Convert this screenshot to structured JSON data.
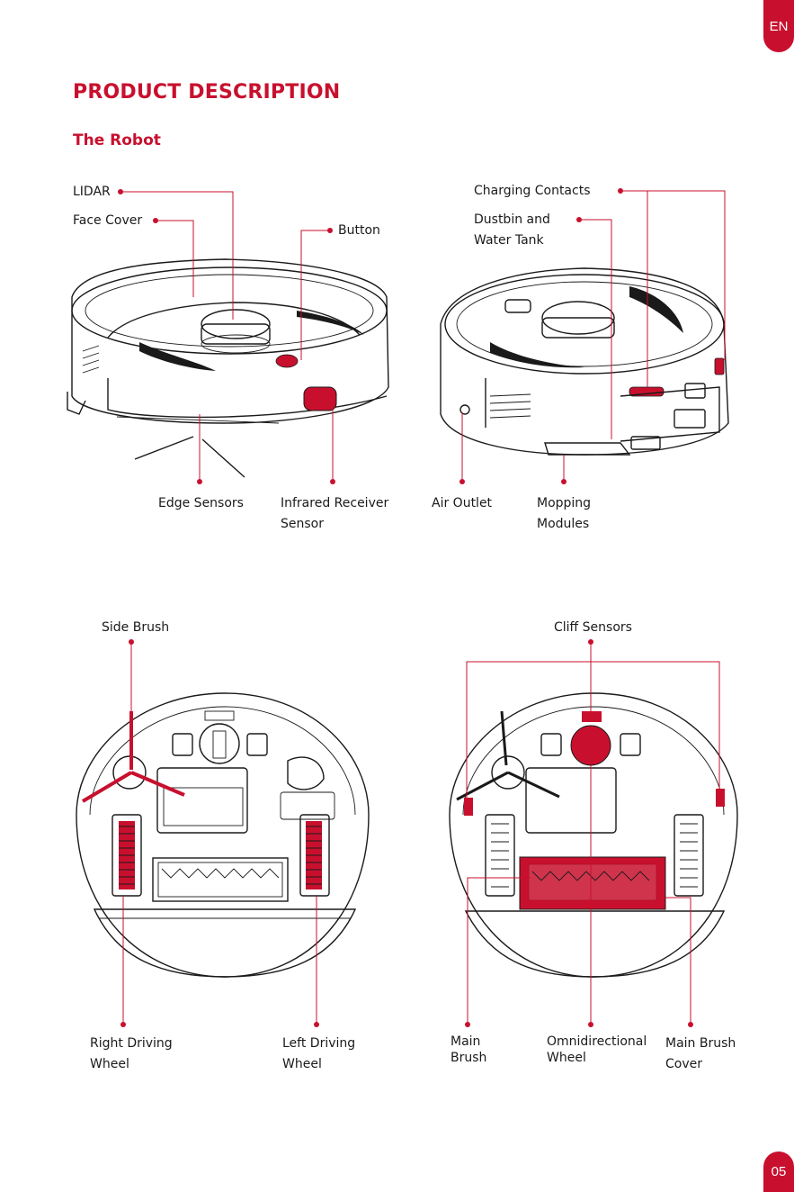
{
  "language_tab": "EN",
  "page_number": "05",
  "heading": "PRODUCT DESCRIPTION",
  "subheading": "The Robot",
  "labels": {
    "lidar": "LIDAR",
    "face_cover": "Face Cover",
    "button": "Button",
    "charging_contacts": "Charging Contacts",
    "dustbin_line1": "Dustbin and",
    "dustbin_line2": "Water Tank",
    "edge_sensors": "Edge Sensors",
    "infrared_line1": "Infrared Receiver",
    "infrared_line2": "Sensor",
    "air_outlet": "Air Outlet",
    "mopping_line1": "Mopping",
    "mopping_line2": "Modules",
    "side_brush": "Side Brush",
    "cliff_sensors": "Cliff Sensors",
    "right_wheel_line1": "Right Driving",
    "right_wheel_line2": "Wheel",
    "left_wheel_line1": "Left Driving",
    "left_wheel_line2": "Wheel",
    "main_brush_line1": "Main",
    "main_brush_line2": "Brush",
    "omni_line1": "Omnidirectional",
    "omni_line2": "Wheel",
    "cover_line1": "Main Brush",
    "cover_line2": "Cover"
  },
  "colors": {
    "accent": "#c8102e",
    "text": "#1a1a1a"
  }
}
